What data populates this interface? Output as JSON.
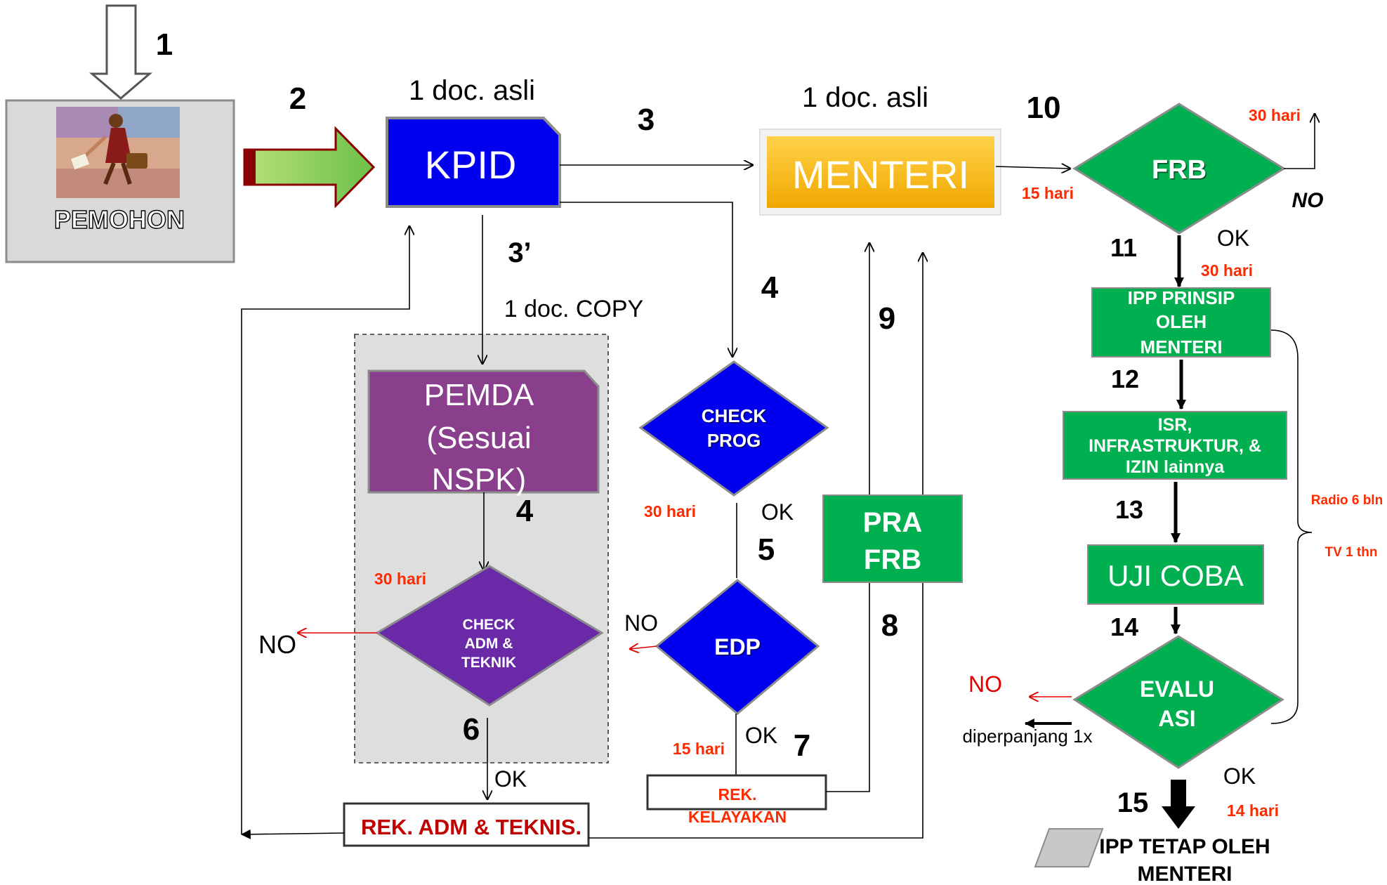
{
  "steps": {
    "s1": "1",
    "s2": "2",
    "s3": "3",
    "s3p": "3’",
    "s4a": "4",
    "s4b": "4",
    "s5": "5",
    "s6": "6",
    "s7": "7",
    "s8": "8",
    "s9": "9",
    "s10": "10",
    "s11": "11",
    "s12": "12",
    "s13": "13",
    "s14": "14",
    "s15": "15"
  },
  "nodes": {
    "pemohon": "PEMOHON",
    "kpid": "KPID",
    "menteri": "MENTERI",
    "pemda": [
      "PEMDA",
      "(Sesuai",
      "NSPK)"
    ],
    "check_adm": [
      "CHECK",
      "ADM &",
      "TEKNIK"
    ],
    "check_prog": [
      "CHECK",
      "PROG"
    ],
    "edp": "EDP",
    "rek_adm": "REK. ADM & TEKNIS.",
    "rek_kelayakan": [
      "REK.",
      "KELAYAKAN"
    ],
    "pra_frb": [
      "PRA",
      "FRB"
    ],
    "frb": "FRB",
    "ipp_prinsip": [
      "IPP PRINSIP",
      "OLEH",
      "MENTERI"
    ],
    "isr": [
      "ISR,",
      "INFRASTRUKTUR, &",
      "IZIN lainnya"
    ],
    "uji_coba": "UJI COBA",
    "evaluasi": [
      "EVALU",
      "ASI"
    ],
    "ipp_tetap": [
      "IPP TETAP OLEH",
      "MENTERI"
    ]
  },
  "labels": {
    "doc_asli_kpid": "1 doc. asli",
    "doc_asli_menteri": "1 doc. asli",
    "doc_copy": "1 doc. COPY",
    "ok_check_prog": "OK",
    "ok_edp": "OK",
    "ok_adm": "OK",
    "ok_frb": "OK",
    "ok_evaluasi": "OK",
    "no_edp": "NO",
    "no_adm": "NO",
    "no_frb": "NO",
    "no_evaluasi": "NO",
    "diperpanjang": "diperpanjang 1x"
  },
  "durations": {
    "d_frb_no": "30 hari",
    "d_menteri_frb": "15 hari",
    "d_frb_ipp": "30 hari",
    "d_check_prog": "30 hari",
    "d_adm": "30 hari",
    "d_edp": "15 hari",
    "d_evaluasi": "14 hari",
    "radio": "Radio 6 bln",
    "tv": "TV  1 thn"
  },
  "colors": {
    "blue": "#0000ee",
    "gold": "#f5b800",
    "purple_box": "#8a3f8c",
    "purple_diamond": "#6a2aa8",
    "green": "#00b050",
    "red_text": "#ff2a00",
    "dark_red": "#c00000",
    "red_line": "#e00000"
  },
  "icons": {
    "down_hollow": "down-hollow-arrow-icon",
    "right_green": "right-green-arrow-icon",
    "person": "person-walking-icon"
  }
}
